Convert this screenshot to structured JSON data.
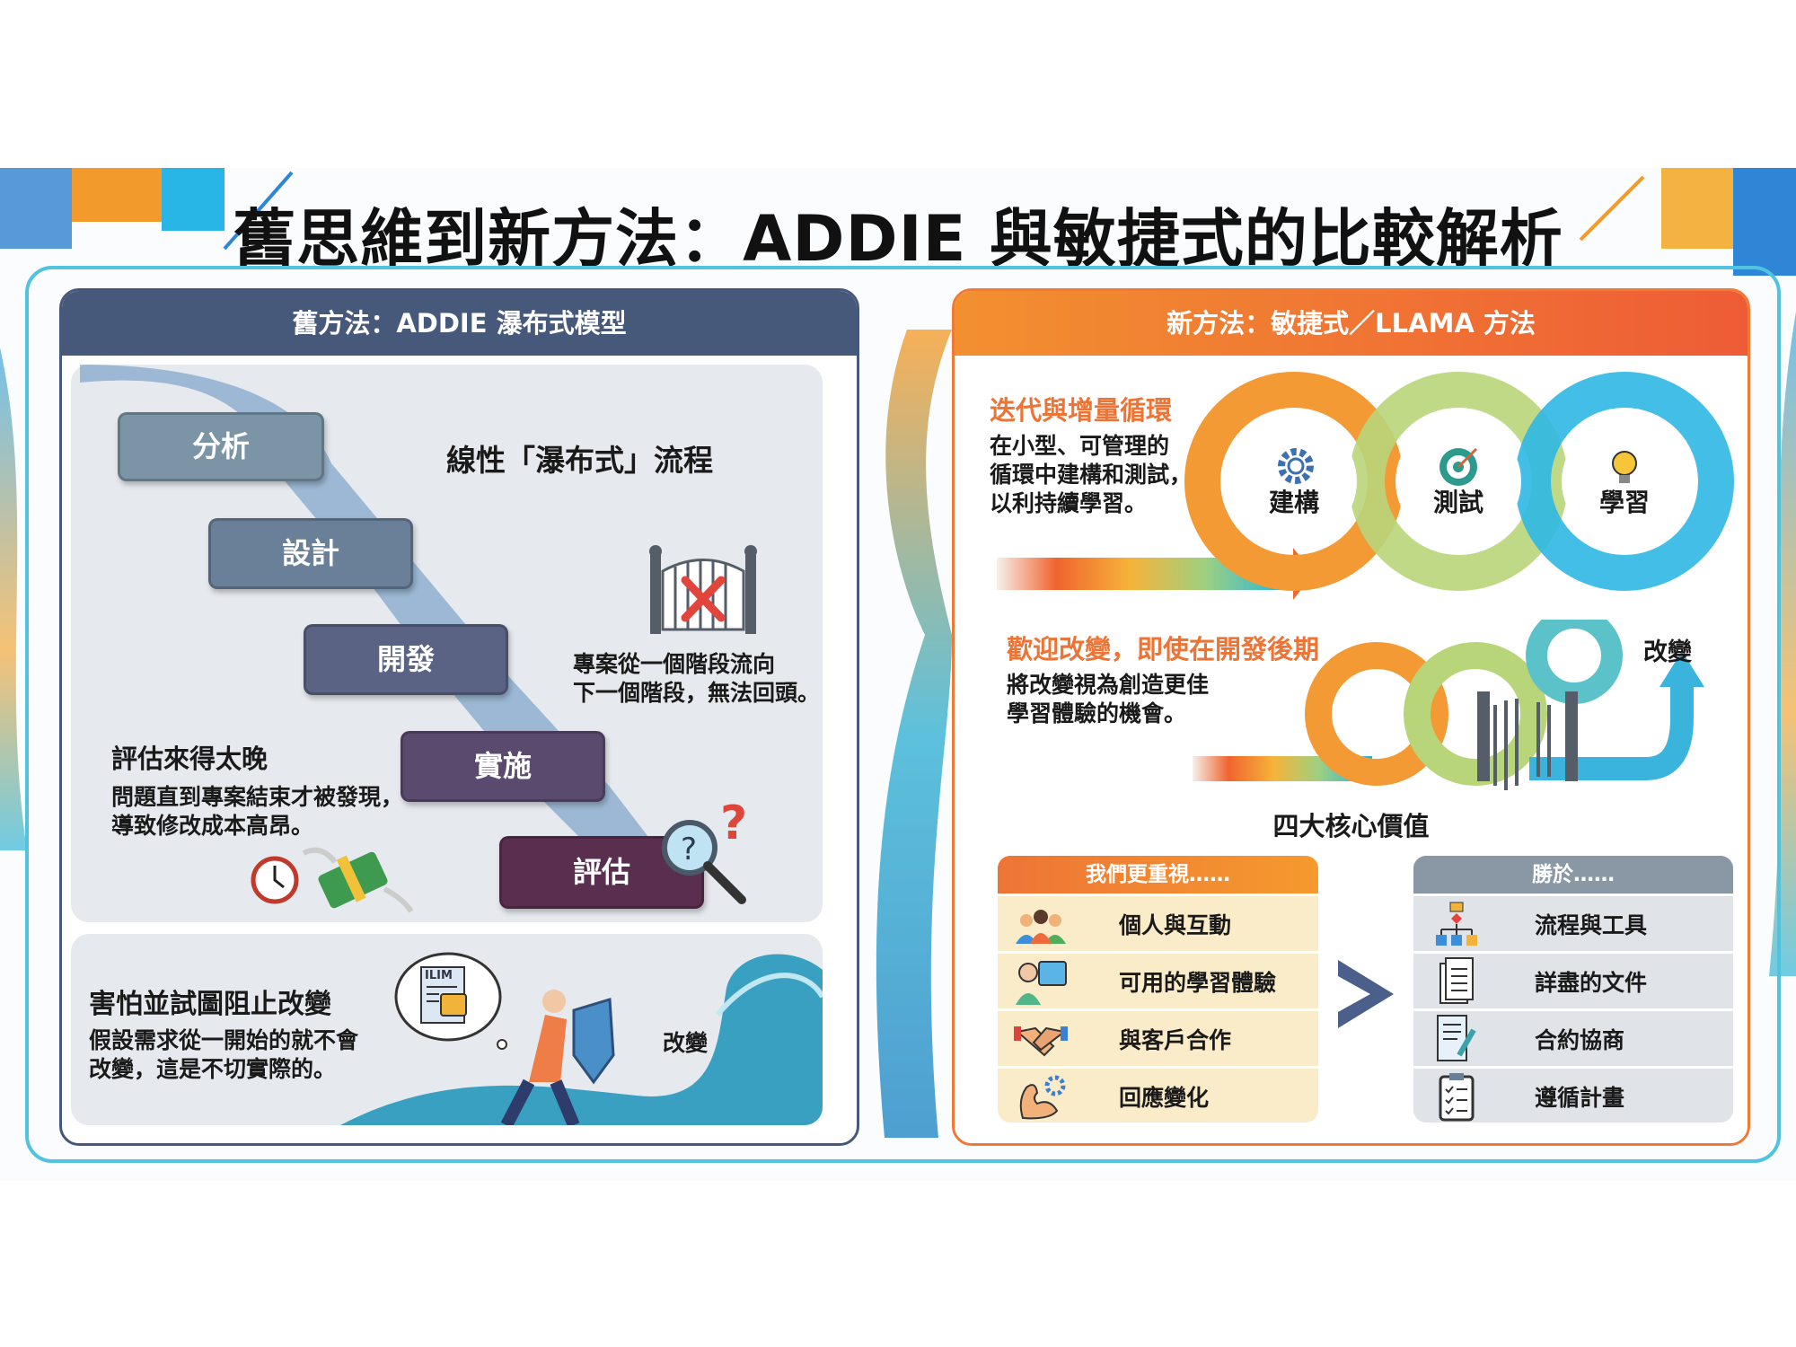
{
  "title": "舊思維到新方法：ADDIE 與敏捷式的比較解析",
  "old": {
    "header": "舊方法：ADDIE 瀑布式模型",
    "steps": [
      "分析",
      "設計",
      "開發",
      "實施",
      "評估"
    ],
    "linear_label": "線性「瀑布式」流程",
    "gate_text": [
      "專案從一個階段流向",
      "下一個階段，無法回頭。"
    ],
    "late_title": "評估來得太晚",
    "late_text": [
      "問題直到專案結束才被發現，",
      "導致修改成本高昂。"
    ],
    "fear_title": "害怕並試圖阻止改變",
    "fear_text": [
      "假設需求從一開始的就不會",
      "改變，這是不切實際的。"
    ],
    "wave_label": "改變",
    "doc_label": "ILIM"
  },
  "new": {
    "header": "新方法：敏捷式／LLAMA 方法",
    "iter_title": "迭代與增量循環",
    "iter_text": [
      "在小型、可管理的",
      "循環中建構和測試，",
      "以利持續學習。"
    ],
    "cycles": [
      {
        "label": "建構",
        "icon": "gear-icon"
      },
      {
        "label": "測試",
        "icon": "target-icon"
      },
      {
        "label": "學習",
        "icon": "lightbulb-icon"
      }
    ],
    "change_title": "歡迎改變，即使在開發後期",
    "change_text": [
      "將改變視為創造更佳",
      "學習體驗的機會。"
    ],
    "change_label": "改變",
    "values_title": "四大核心價值",
    "prefer_header": "我們更重視……",
    "prefer": [
      {
        "label": "個人與互動",
        "icon": "people-icon"
      },
      {
        "label": "可用的學習體驗",
        "icon": "presenter-icon"
      },
      {
        "label": "與客戶合作",
        "icon": "handshake-icon"
      },
      {
        "label": "回應變化",
        "icon": "muscle-gear-icon"
      }
    ],
    "over_header": "勝於……",
    "over": [
      {
        "label": "流程與工具",
        "icon": "flowchart-icon"
      },
      {
        "label": "詳盡的文件",
        "icon": "documents-icon"
      },
      {
        "label": "合約協商",
        "icon": "contract-icon"
      },
      {
        "label": "遵循計畫",
        "icon": "checklist-icon"
      }
    ]
  },
  "colors": {
    "old_header": "#46597a",
    "new_header": "#ef7a35",
    "accent_orange": "#ee7436",
    "chevron": "#4a5f8a"
  }
}
